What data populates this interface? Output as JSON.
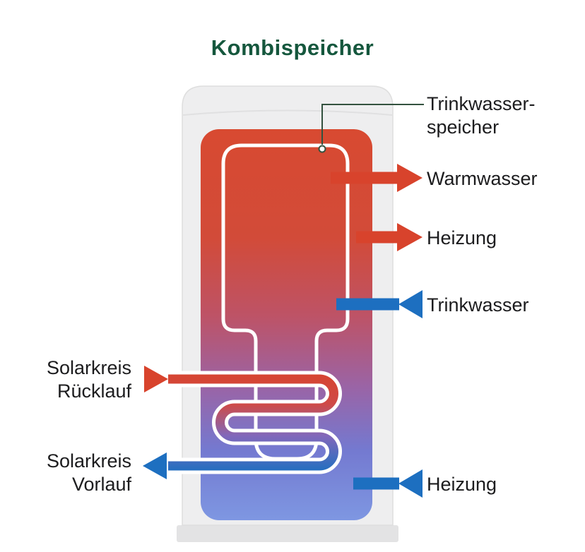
{
  "title": "Kombispeicher",
  "colors": {
    "title_green": "#15573d",
    "arrow_red": "#d8432c",
    "arrow_blue": "#1d6fc0",
    "tank_gray": "#eeeeef",
    "gradient_top_red": "#d84a31",
    "gradient_bottom_blue": "#7e97e2"
  },
  "labels": {
    "inner_tank": {
      "line1": "Trinkwasser-",
      "line2": "speicher"
    },
    "warmwasser": "Warmwasser",
    "heizung_top": "Heizung",
    "trinkwasser": "Trinkwasser",
    "solar_ruecklauf": {
      "line1": "Solarkreis",
      "line2": "Rücklauf"
    },
    "solar_vorlauf": {
      "line1": "Solarkreis",
      "line2": "Vorlauf"
    },
    "heizung_bottom": "Heizung"
  }
}
